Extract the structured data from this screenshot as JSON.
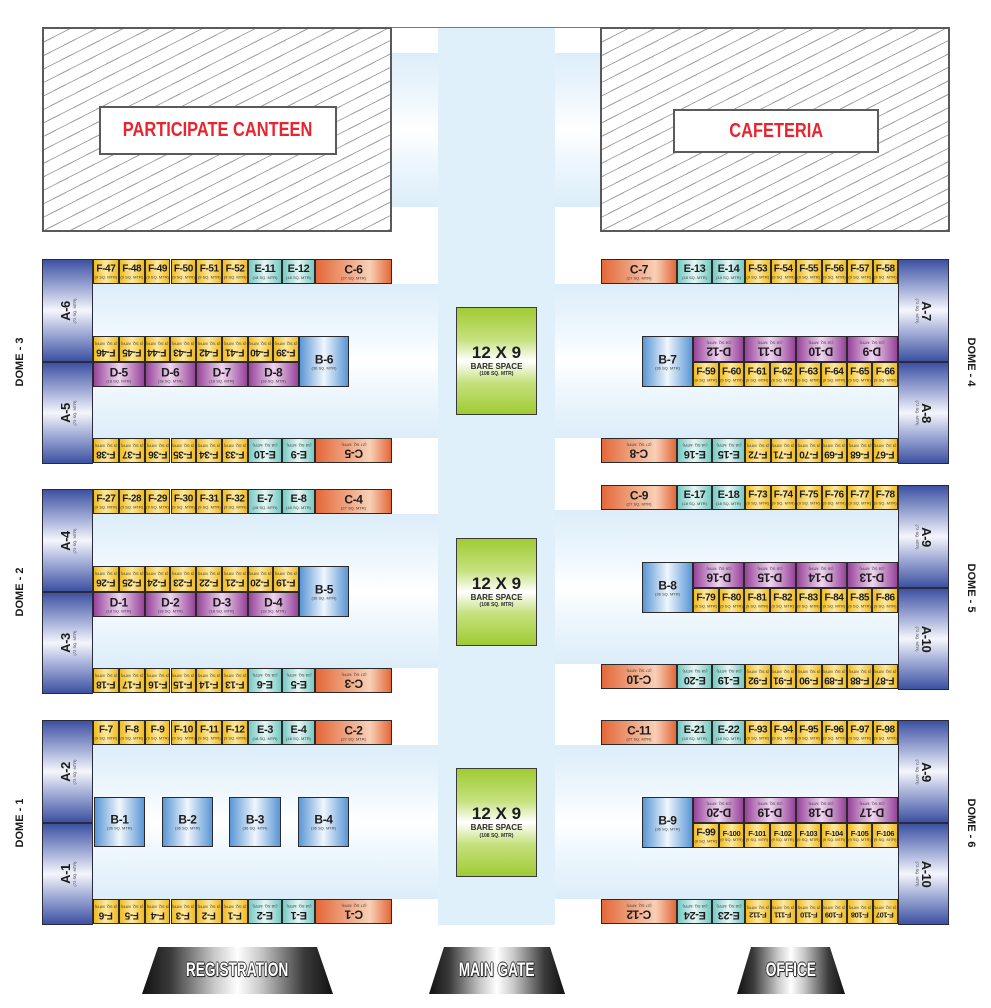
{
  "buildings": {
    "canteen": {
      "label": "PARTICIPATE CANTEEN"
    },
    "cafeteria": {
      "label": "CAFETERIA"
    }
  },
  "bare_spaces": [
    {
      "title": "12 X 9",
      "subtitle": "BARE SPACE",
      "area": "(108 SQ. MTR)"
    },
    {
      "title": "12 X 9",
      "subtitle": "BARE SPACE",
      "area": "(108 SQ. MTR)"
    },
    {
      "title": "12 X 9",
      "subtitle": "BARE SPACE",
      "area": "(108 SQ. MTR)"
    }
  ],
  "entrances": {
    "registration": "REGISTRATION",
    "main_gate": "MAIN GATE",
    "office": "OFFICE"
  },
  "stall_types": {
    "A": {
      "color": "#3d51a2",
      "area": "(72 SQ. MTR)"
    },
    "B": {
      "color": "#5a96d6",
      "area": "(36 SQ. MTR)"
    },
    "C": {
      "color": "#e3683a",
      "area": "(27 SQ. MTR)"
    },
    "D": {
      "color": "#97439a",
      "area": "(18 SQ. MTR)"
    },
    "E": {
      "color": "#76c9c3",
      "area": "(18 SQ. MTR)"
    },
    "F": {
      "color": "#f0bb1c",
      "area": "(9 SQ. MTR)"
    }
  },
  "colors": {
    "building_label": "#e8242f",
    "aisle": "#dff0fa",
    "bare_space": "#a0cb33"
  },
  "left_domes": [
    {
      "name": "DOME - 3",
      "a_blocks": [
        "A-6",
        "A-5"
      ],
      "top_row": [
        "F-47",
        "F-48",
        "F-49",
        "F-50",
        "F-51",
        "F-52",
        "E-11",
        "E-12",
        "C-6"
      ],
      "middle_f_row": [
        "F-46",
        "F-45",
        "F-44",
        "F-43",
        "F-42",
        "F-41",
        "F-40",
        "F-39"
      ],
      "middle_d_row": [
        "D-5",
        "D-6",
        "D-7",
        "D-8"
      ],
      "b_blocks": [
        "B-6"
      ],
      "bottom_row": [
        "F-38",
        "F-37",
        "F-36",
        "F-35",
        "F-34",
        "F-33",
        "E-10",
        "E-9",
        "C-5"
      ]
    },
    {
      "name": "DOME - 2",
      "a_blocks": [
        "A-4",
        "A-3"
      ],
      "top_row": [
        "F-27",
        "F-28",
        "F-29",
        "F-30",
        "F-31",
        "F-32",
        "E-7",
        "E-8",
        "C-4"
      ],
      "middle_f_row": [
        "F-26",
        "F-25",
        "F-24",
        "F-23",
        "F-22",
        "F-21",
        "F-20",
        "F-19"
      ],
      "middle_d_row": [
        "D-1",
        "D-2",
        "D-3",
        "D-4"
      ],
      "b_blocks": [
        "B-5"
      ],
      "bottom_row": [
        "F-18",
        "F-17",
        "F-16",
        "F-15",
        "F-14",
        "F-13",
        "E-6",
        "E-5",
        "C-3"
      ]
    },
    {
      "name": "DOME - 1",
      "a_blocks": [
        "A-2",
        "A-1"
      ],
      "top_row": [
        "F-7",
        "F-8",
        "F-9",
        "F-10",
        "F-11",
        "F-12",
        "E-3",
        "E-4",
        "C-2"
      ],
      "middle_f_row": [],
      "middle_d_row": [],
      "b_blocks": [
        "B-1",
        "B-2",
        "B-3",
        "B-4"
      ],
      "bottom_row": [
        "F-6",
        "F-5",
        "F-4",
        "F-3",
        "F-2",
        "F-1",
        "E-2",
        "E-1",
        "C-1"
      ]
    }
  ],
  "right_domes": [
    {
      "name": "DOME - 4",
      "a_blocks": [
        "A-7",
        "A-8"
      ],
      "top_row": [
        "C-7",
        "E-13",
        "E-14",
        "F-53",
        "F-54",
        "F-55",
        "F-56",
        "F-57",
        "F-58"
      ],
      "middle_d_row": [
        "D-12",
        "D-11",
        "D-10",
        "D-9"
      ],
      "middle_f_row": [
        "F-59",
        "F-60",
        "F-61",
        "F-62",
        "F-63",
        "F-64",
        "F-65",
        "F-66"
      ],
      "b_blocks": [
        "B-7"
      ],
      "bottom_row": [
        "C-8",
        "E-16",
        "E-15",
        "F-72",
        "F-71",
        "F-70",
        "F-69",
        "F-68",
        "F-67"
      ]
    },
    {
      "name": "DOME - 5",
      "a_blocks": [
        "A-9",
        "A-10"
      ],
      "top_row": [
        "C-9",
        "E-17",
        "E-18",
        "F-73",
        "F-74",
        "F-75",
        "F-76",
        "F-77",
        "F-78"
      ],
      "middle_d_row": [
        "D-16",
        "D-15",
        "D-14",
        "D-13"
      ],
      "middle_f_row": [
        "F-79",
        "F-80",
        "F-81",
        "F-82",
        "F-83",
        "F-84",
        "F-85",
        "F-86"
      ],
      "b_blocks": [
        "B-8"
      ],
      "bottom_row": [
        "C-10",
        "E-20",
        "E-19",
        "F-92",
        "F-91",
        "F-90",
        "F-89",
        "F-88",
        "F-87"
      ]
    },
    {
      "name": "DOME - 6",
      "a_blocks": [
        "A-9",
        "A-10"
      ],
      "top_row": [
        "C-11",
        "E-21",
        "E-22",
        "F-93",
        "F-94",
        "F-95",
        "F-96",
        "F-97",
        "F-98"
      ],
      "middle_d_row": [
        "D-20",
        "D-19",
        "D-18",
        "D-17"
      ],
      "middle_f_row": [
        "F-99",
        "F-100",
        "F-101",
        "F-102",
        "F-103",
        "F-104",
        "F-105",
        "F-106"
      ],
      "b_blocks": [
        "B-9"
      ],
      "bottom_row": [
        "C-12",
        "E-24",
        "E-23",
        "F-112",
        "F-111",
        "F-110",
        "F-109",
        "F-108",
        "F-107"
      ]
    }
  ]
}
